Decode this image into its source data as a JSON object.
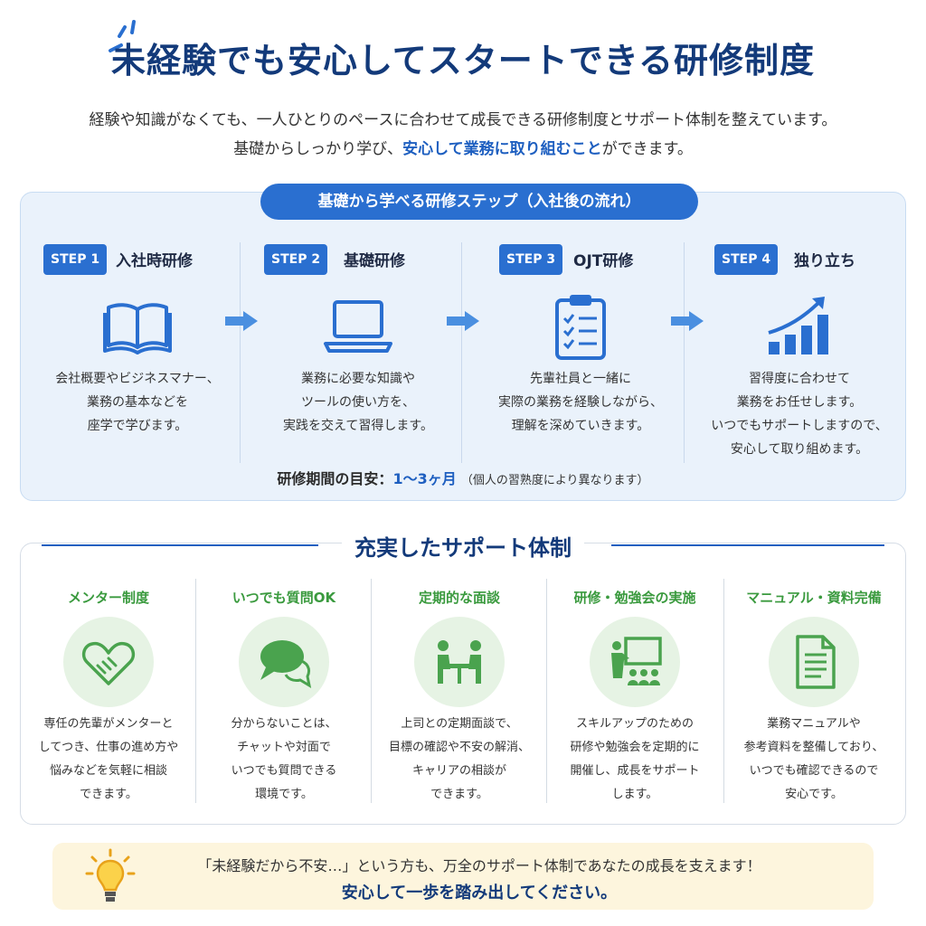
{
  "header": {
    "title": "未経験でも安心してスタートできる研修制度",
    "lead_line1": "経験や知識がなくても、一人ひとりのペースに合わせて成長できる研修制度とサポート体制を整えています。",
    "lead_line2_pre": "基礎からしっかり学び、",
    "lead_line2_highlight": "安心して業務に取り組むこと",
    "lead_line2_post": "ができます。"
  },
  "steps_section": {
    "title": "基礎から学べる研修ステップ（入社後の流れ）",
    "steps": [
      {
        "badge": "STEP 1",
        "name": "入社時研修",
        "icon": "book-icon",
        "desc": [
          "会社概要やビジネスマナー、",
          "業務の基本などを",
          "座学で学びます。"
        ]
      },
      {
        "badge": "STEP 2",
        "name": "基礎研修",
        "icon": "laptop-icon",
        "desc": [
          "業務に必要な知識や",
          "ツールの使い方を、",
          "実践を交えて習得します。"
        ]
      },
      {
        "badge": "STEP 3",
        "name": "OJT研修",
        "icon": "clipboard-checklist-icon",
        "desc": [
          "先輩社員と一緒に",
          "実際の業務を経験しながら、",
          "理解を深めていきます。"
        ]
      },
      {
        "badge": "STEP 4",
        "name": "独り立ち",
        "icon": "growth-chart-icon",
        "desc": [
          "習得度に合わせて",
          "業務をお任せします。",
          "いつでもサポートしますので、",
          "安心して取り組めます。"
        ]
      }
    ],
    "period_label": "研修期間の目安：",
    "period_value": "1〜3ヶ月",
    "period_note": "（個人の習熟度により異なります）"
  },
  "support_section": {
    "title": "充実したサポート体制",
    "items": [
      {
        "name": "メンター制度",
        "icon": "handshake-icon",
        "desc": [
          "専任の先輩がメンターと",
          "してつき、仕事の進め方や",
          "悩みなどを気軽に相談",
          "できます。"
        ]
      },
      {
        "name": "いつでも質問OK",
        "icon": "chat-bubbles-icon",
        "desc": [
          "分からないことは、",
          "チャットや対面で",
          "いつでも質問できる",
          "環境です。"
        ]
      },
      {
        "name": "定期的な面談",
        "icon": "meeting-icon",
        "desc": [
          "上司との定期面談で、",
          "目標の確認や不安の解消、",
          "キャリアの相談が",
          "できます。"
        ]
      },
      {
        "name": "研修・勉強会の実施",
        "icon": "presentation-icon",
        "desc": [
          "スキルアップのための",
          "研修や勉強会を定期的に",
          "開催し、成長をサポート",
          "します。"
        ]
      },
      {
        "name": "マニュアル・資料完備",
        "icon": "document-icon",
        "desc": [
          "業務マニュアルや",
          "参考資料を整備しており、",
          "いつでも確認できるので",
          "安心です。"
        ]
      }
    ]
  },
  "message": {
    "line1": "「未経験だから不安…」という方も、万全のサポート体制であなたの成長を支えます！",
    "line2": "安心して一歩を踏み出してください。"
  },
  "colors": {
    "navy": "#133a7a",
    "blue": "#2a6fd0",
    "green": "#3a9a3e",
    "panel": "#eaf2fb",
    "cream": "#fdf5dd"
  }
}
